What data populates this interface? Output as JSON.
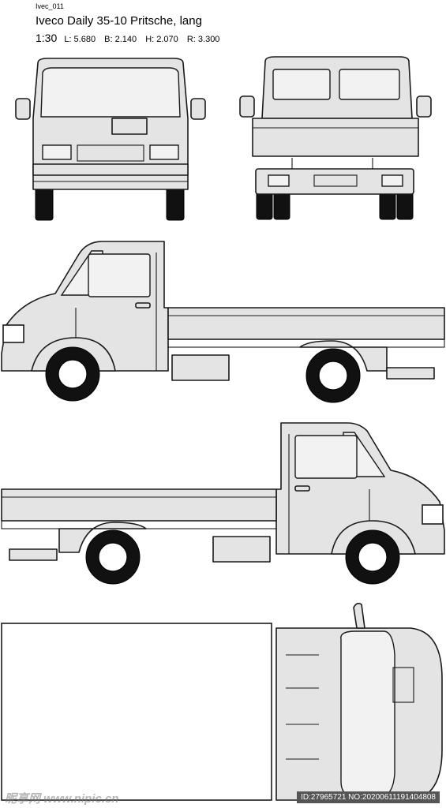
{
  "header": {
    "code": "Ivec_011",
    "title": "Iveco Daily 35-10 Pritsche, lang",
    "scale": "1:30",
    "dimensions": [
      "L: 5.680",
      "B: 2.140",
      "H: 2.070",
      "R: 3.300"
    ]
  },
  "views": [
    "front",
    "rear",
    "side-left",
    "side-right",
    "top"
  ],
  "colors": {
    "body_fill": "#e4e4e4",
    "outline": "#1a1a1a",
    "tyre": "#111111"
  },
  "watermark": "昵享网 www.nipic.cn",
  "image_info": "ID:27965721 NO:20200611191404808"
}
